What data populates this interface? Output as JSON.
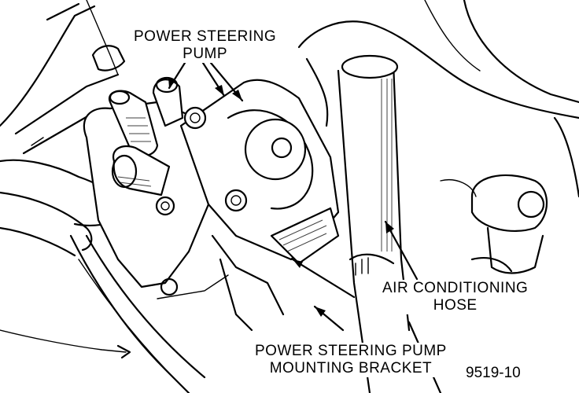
{
  "labels": {
    "pump_line1": "POWER STEERING",
    "pump_line2": "PUMP",
    "hose_line1": "AIR CONDITIONING",
    "hose_line2": "HOSE",
    "bracket_line1": "POWER STEERING PUMP",
    "bracket_line2": "MOUNTING BRACKET"
  },
  "figure_number": "9519-10",
  "colors": {
    "ink": "#000000",
    "paper": "#ffffff"
  }
}
